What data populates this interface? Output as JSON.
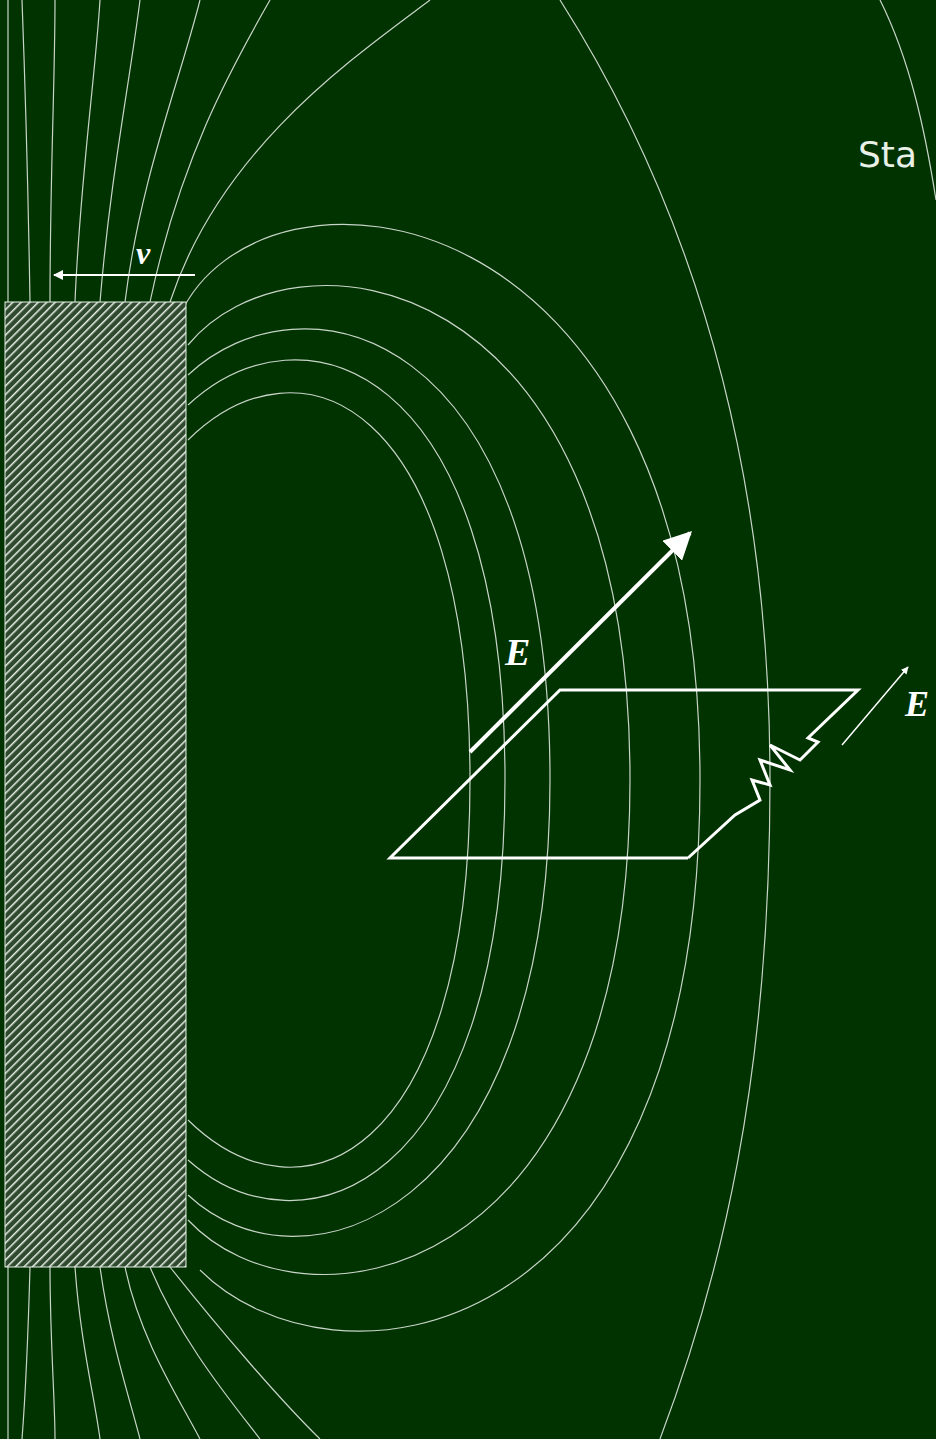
{
  "diagram": {
    "labels": [
      "Sta",
      "v",
      "E",
      "E"
    ]
  }
}
